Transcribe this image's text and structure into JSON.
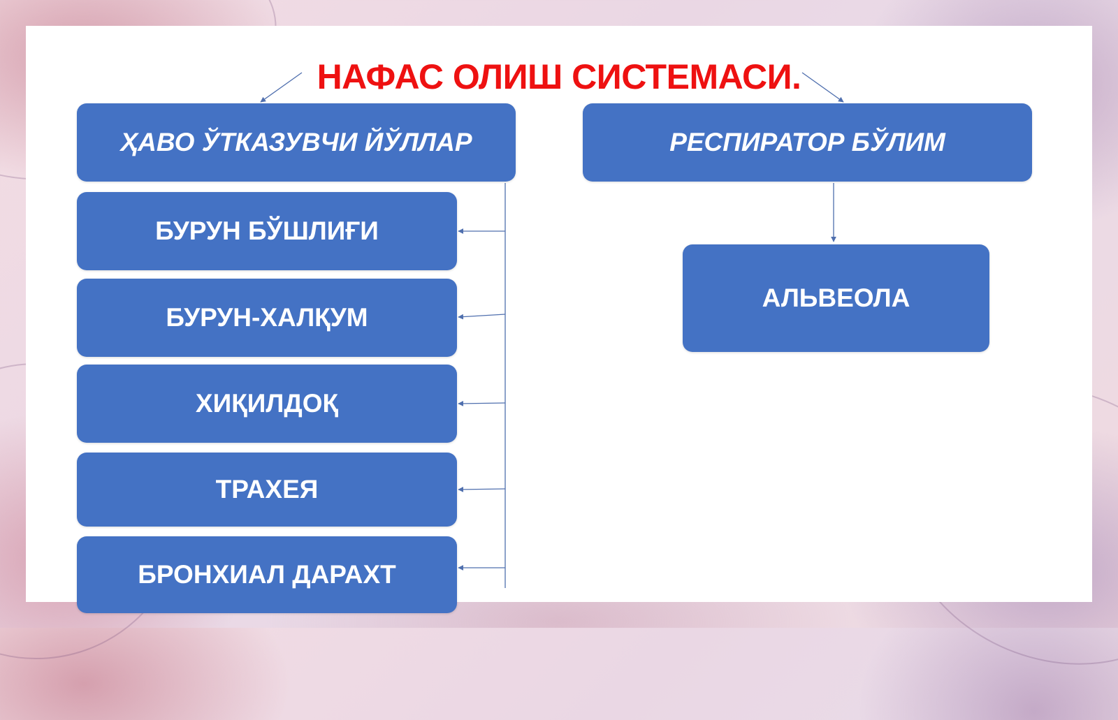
{
  "title": "НАФАС ОЛИШ СИСТЕМАСИ.",
  "left_branch": {
    "header": "ҲАВО ЎТКАЗУВЧИ ЙЎЛЛАР",
    "items": [
      "БУРУН БЎШЛИҒИ",
      "БУРУН-ХАЛҚУМ",
      "ХИҚИЛДОҚ",
      "ТРАХЕЯ",
      "БРОНХИАЛ ДАРАХТ"
    ]
  },
  "right_branch": {
    "header": "РЕСПИРАТОР БЎЛИМ",
    "items": [
      "АЛЬВЕОЛА"
    ]
  },
  "colors": {
    "title": "#ee1111",
    "box_fill": "#4472c4",
    "box_text": "#ffffff",
    "connector": "#4f6fae"
  }
}
